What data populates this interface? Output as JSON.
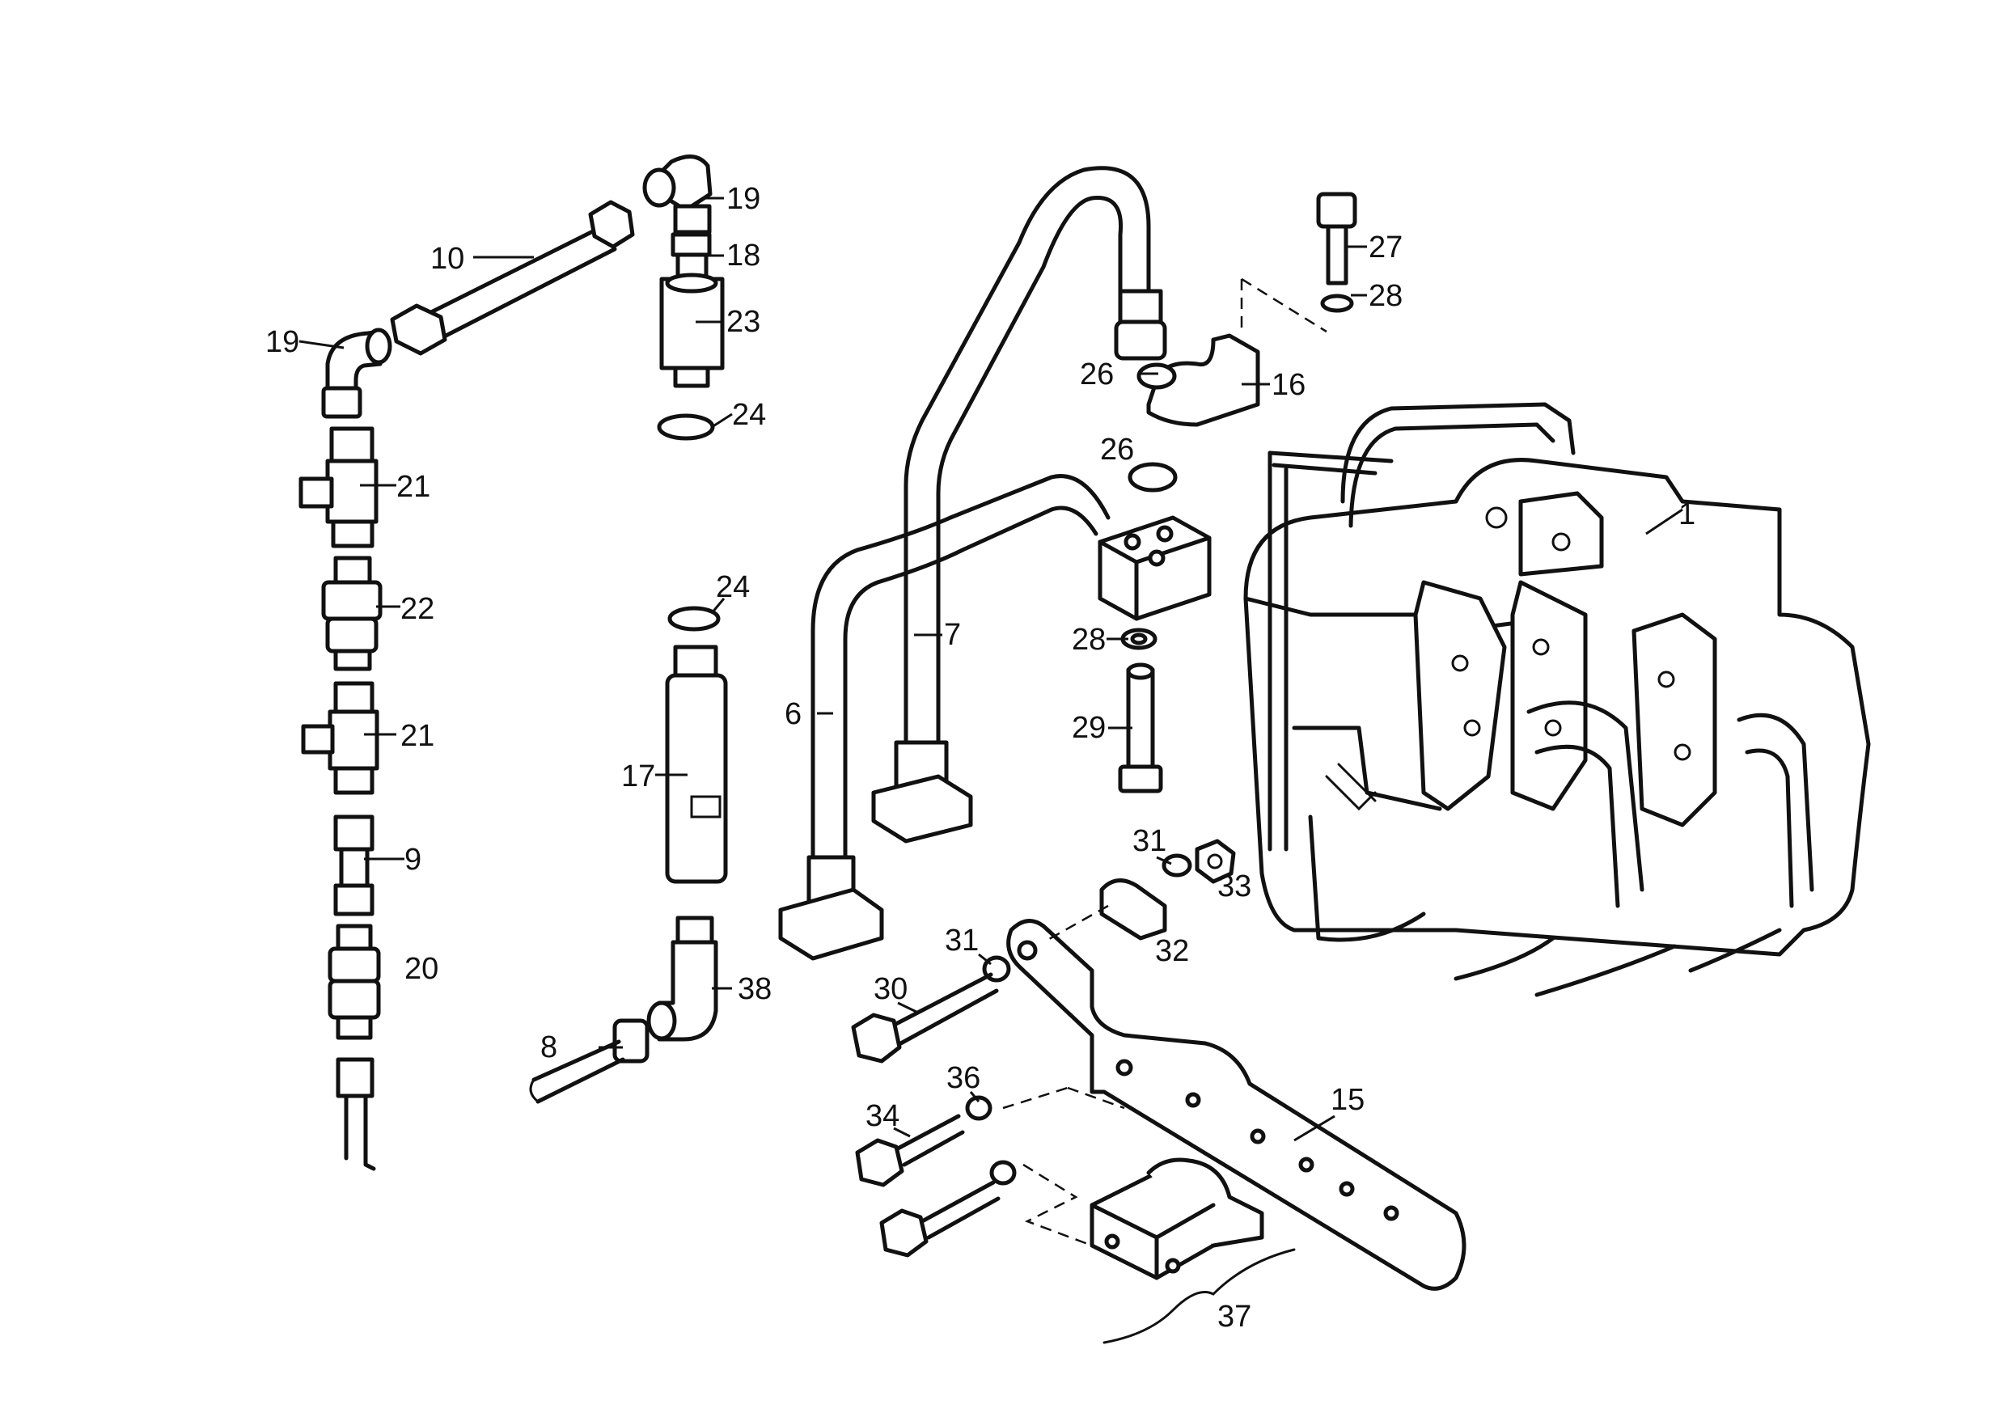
{
  "diagram": {
    "callouts": [
      {
        "id": "c1",
        "text": "1"
      },
      {
        "id": "c6",
        "text": "6"
      },
      {
        "id": "c7",
        "text": "7"
      },
      {
        "id": "c8",
        "text": "8"
      },
      {
        "id": "c9",
        "text": "9"
      },
      {
        "id": "c10",
        "text": "10"
      },
      {
        "id": "c15",
        "text": "15"
      },
      {
        "id": "c16",
        "text": "16"
      },
      {
        "id": "c17",
        "text": "17"
      },
      {
        "id": "c18",
        "text": "18"
      },
      {
        "id": "c19a",
        "text": "19"
      },
      {
        "id": "c19b",
        "text": "19"
      },
      {
        "id": "c20",
        "text": "20"
      },
      {
        "id": "c21a",
        "text": "21"
      },
      {
        "id": "c21b",
        "text": "21"
      },
      {
        "id": "c22",
        "text": "22"
      },
      {
        "id": "c23",
        "text": "23"
      },
      {
        "id": "c24a",
        "text": "24"
      },
      {
        "id": "c24b",
        "text": "24"
      },
      {
        "id": "c26a",
        "text": "26"
      },
      {
        "id": "c26b",
        "text": "26"
      },
      {
        "id": "c27",
        "text": "27"
      },
      {
        "id": "c28a",
        "text": "28"
      },
      {
        "id": "c28b",
        "text": "28"
      },
      {
        "id": "c29",
        "text": "29"
      },
      {
        "id": "c30",
        "text": "30"
      },
      {
        "id": "c31a",
        "text": "31"
      },
      {
        "id": "c31b",
        "text": "31"
      },
      {
        "id": "c32",
        "text": "32"
      },
      {
        "id": "c33",
        "text": "33"
      },
      {
        "id": "c34",
        "text": "34"
      },
      {
        "id": "c36",
        "text": "36"
      },
      {
        "id": "c37",
        "text": "37"
      },
      {
        "id": "c38",
        "text": "38"
      }
    ]
  }
}
